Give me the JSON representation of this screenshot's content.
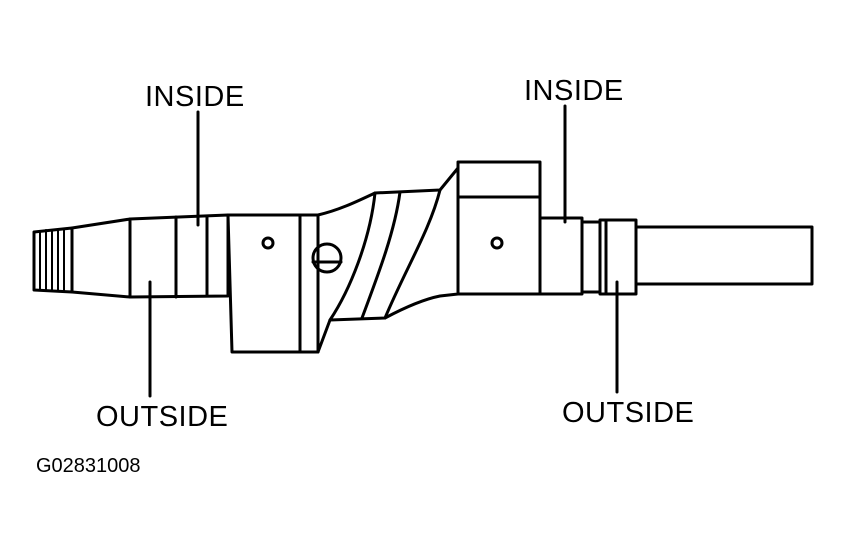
{
  "labels": {
    "inside_left": "INSIDE",
    "inside_right": "INSIDE",
    "outside_left": "OUTSIDE",
    "outside_right": "OUTSIDE"
  },
  "figure_code": "G02831008",
  "colors": {
    "ink": "#000000",
    "background": "#ffffff"
  }
}
